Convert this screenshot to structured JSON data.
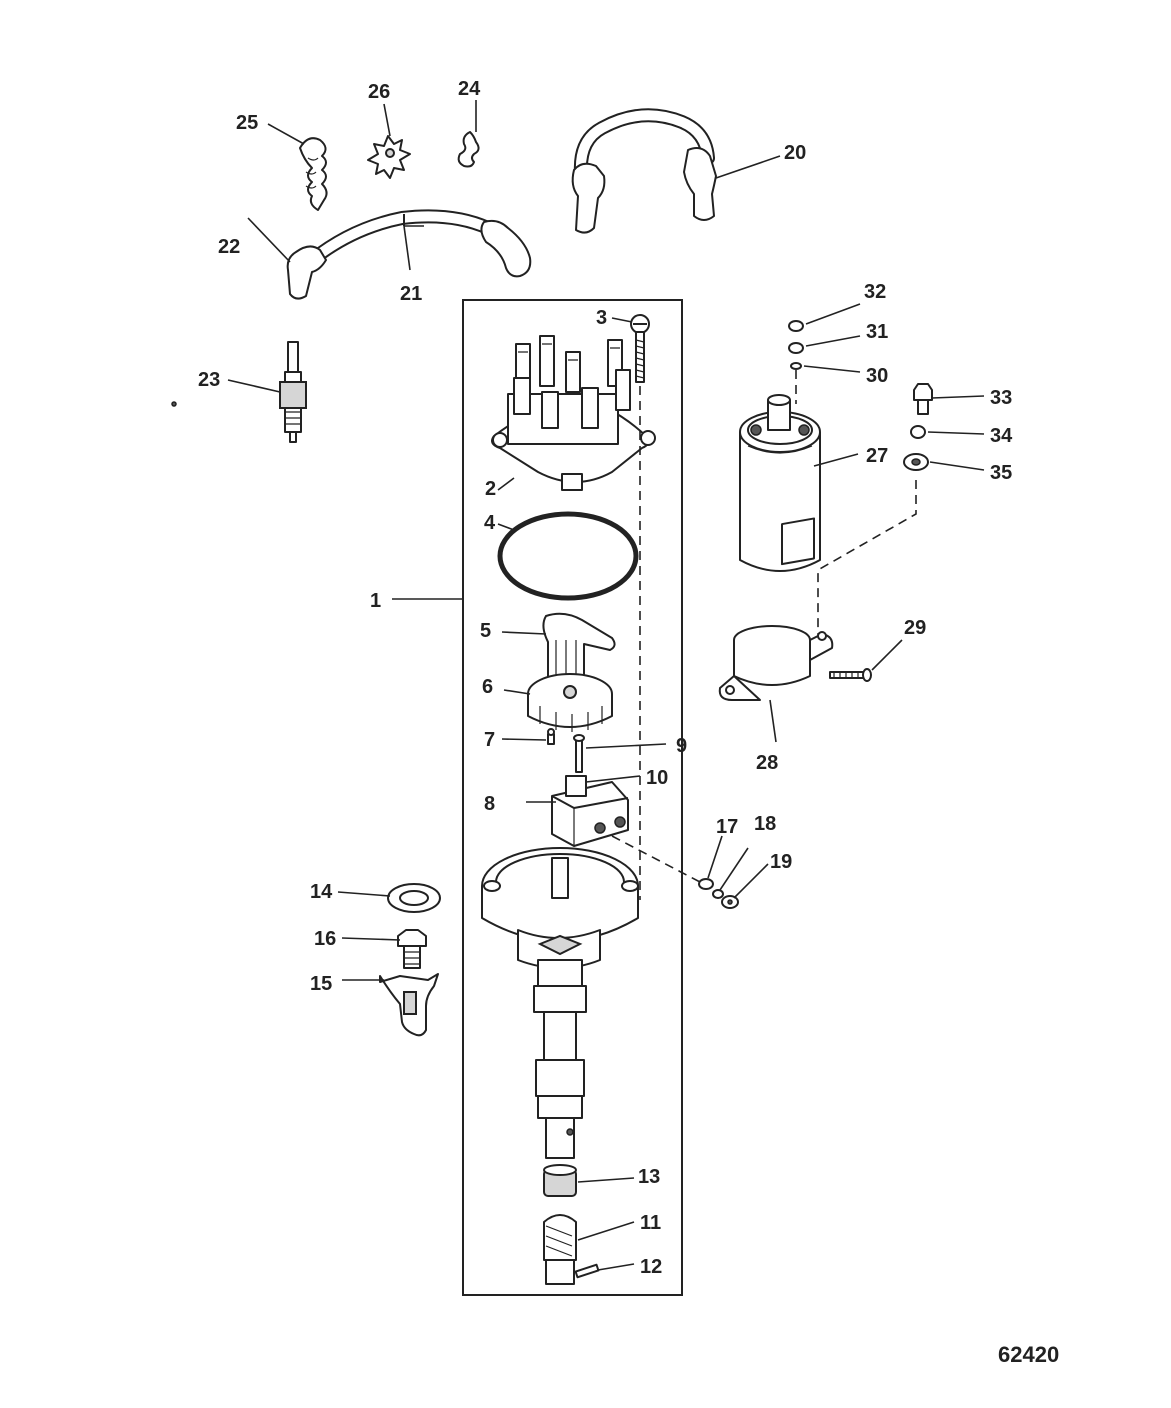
{
  "diagram": {
    "reference_number": "62420",
    "callouts": [
      "1",
      "2",
      "3",
      "4",
      "5",
      "6",
      "7",
      "8",
      "9",
      "10",
      "11",
      "12",
      "13",
      "14",
      "15",
      "16",
      "17",
      "18",
      "19",
      "20",
      "21",
      "22",
      "23",
      "24",
      "25",
      "26",
      "27",
      "28",
      "29",
      "30",
      "31",
      "32",
      "33",
      "34",
      "35"
    ]
  }
}
